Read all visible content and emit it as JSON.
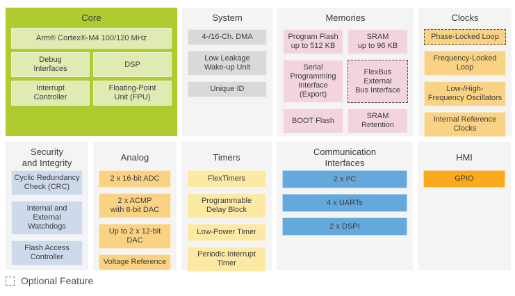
{
  "colors": {
    "core_bg": "#AECB2F",
    "core_block": "#E0EBB4",
    "section_bg": "#F4F4F4",
    "system_block": "#D9D9D9",
    "memories_block": "#F2D4E0",
    "clocks_block": "#F9D383",
    "security_block": "#CEDAEB",
    "analog_block": "#FAD284",
    "timers_block": "#FCE9A4",
    "comm_block": "#65A8DB",
    "hmi_block": "#F9A91C"
  },
  "sections": {
    "core": {
      "title": "Core",
      "blocks": {
        "cpu": "Arm® Cortex®-M4 100/120 MHz",
        "debug": "Debug\nInterfaces",
        "dsp": "DSP",
        "interrupt": "Interrupt\nController",
        "fpu": "Floating-Point\nUnit (FPU)"
      }
    },
    "system": {
      "title": "System",
      "blocks": {
        "dma": "4-/16-Ch. DMA",
        "llwu": "Low Leakage\nWake-up Unit",
        "uid": "Unique ID"
      }
    },
    "memories": {
      "title": "Memories",
      "blocks": {
        "flash": "Program Flash\nup to 512 KB",
        "sram": "SRAM\nup to 96 KB",
        "serial": "Serial Programming\nInterface (Export)",
        "flexbus": "FlexBus External\nBus Interface",
        "boot": "BOOT Flash",
        "retention": "SRAM Retention"
      }
    },
    "clocks": {
      "title": "Clocks",
      "blocks": {
        "pll": "Phase-Locked Loop",
        "fll": "Frequency-Locked\nLoop",
        "osc": "Low-/High-\nFrequency Oscillators",
        "irc": "Internal Reference\nClocks"
      }
    },
    "security": {
      "title": "Security\nand Integrity",
      "blocks": {
        "crc": "Cyclic Redundancy\nCheck (CRC)",
        "watchdogs": "Internal and\nExternal Watchdogs",
        "fac": "Flash Access\nController"
      }
    },
    "analog": {
      "title": "Analog",
      "blocks": {
        "adc": "2 x 16-bit ADC",
        "acmp": "2 x ACMP\nwith 6-bit DAC",
        "dac": "Up to 2 x 12-bit DAC",
        "vref": "Voltage Reference"
      }
    },
    "timers": {
      "title": "Timers",
      "blocks": {
        "flextimers": "FlexTimers",
        "pdb": "Programmable\nDelay Block",
        "lpt": "Low-Power Timer",
        "pit": "Periodic Interrupt\nTimer"
      }
    },
    "comm": {
      "title": "Communication\nInterfaces",
      "blocks": {
        "i2c": "2 x I²C",
        "uart": "4 x UARTs",
        "dspi": "2 x DSPI"
      }
    },
    "hmi": {
      "title": "HMI",
      "blocks": {
        "gpio": "GPIO"
      }
    }
  },
  "legend": {
    "label": "Optional Feature"
  }
}
